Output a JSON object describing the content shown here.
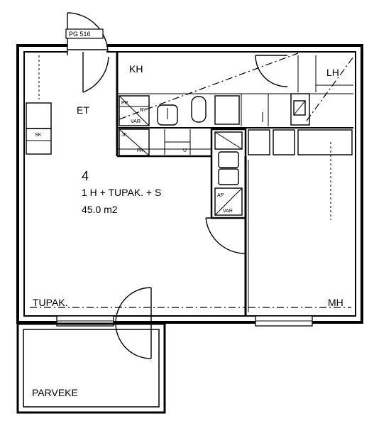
{
  "door_tag": "PG 516",
  "apartment": {
    "number": "4",
    "type": "1 H + TUPAK. + S",
    "area": "45.0 m2"
  },
  "rooms": {
    "kitchen": "KH",
    "entry": "ET",
    "bedroom": "MH",
    "living": "TUPAK.",
    "balcony": "PARVEKE",
    "linen": "LH"
  },
  "fixtures": {
    "closet": "SK",
    "pp": "PP",
    "cooling": "JK",
    "pa": "PA",
    "ap": "AP",
    "var1": "VAR",
    "var2": "VAR",
    "py": "PY",
    "u": "U"
  }
}
